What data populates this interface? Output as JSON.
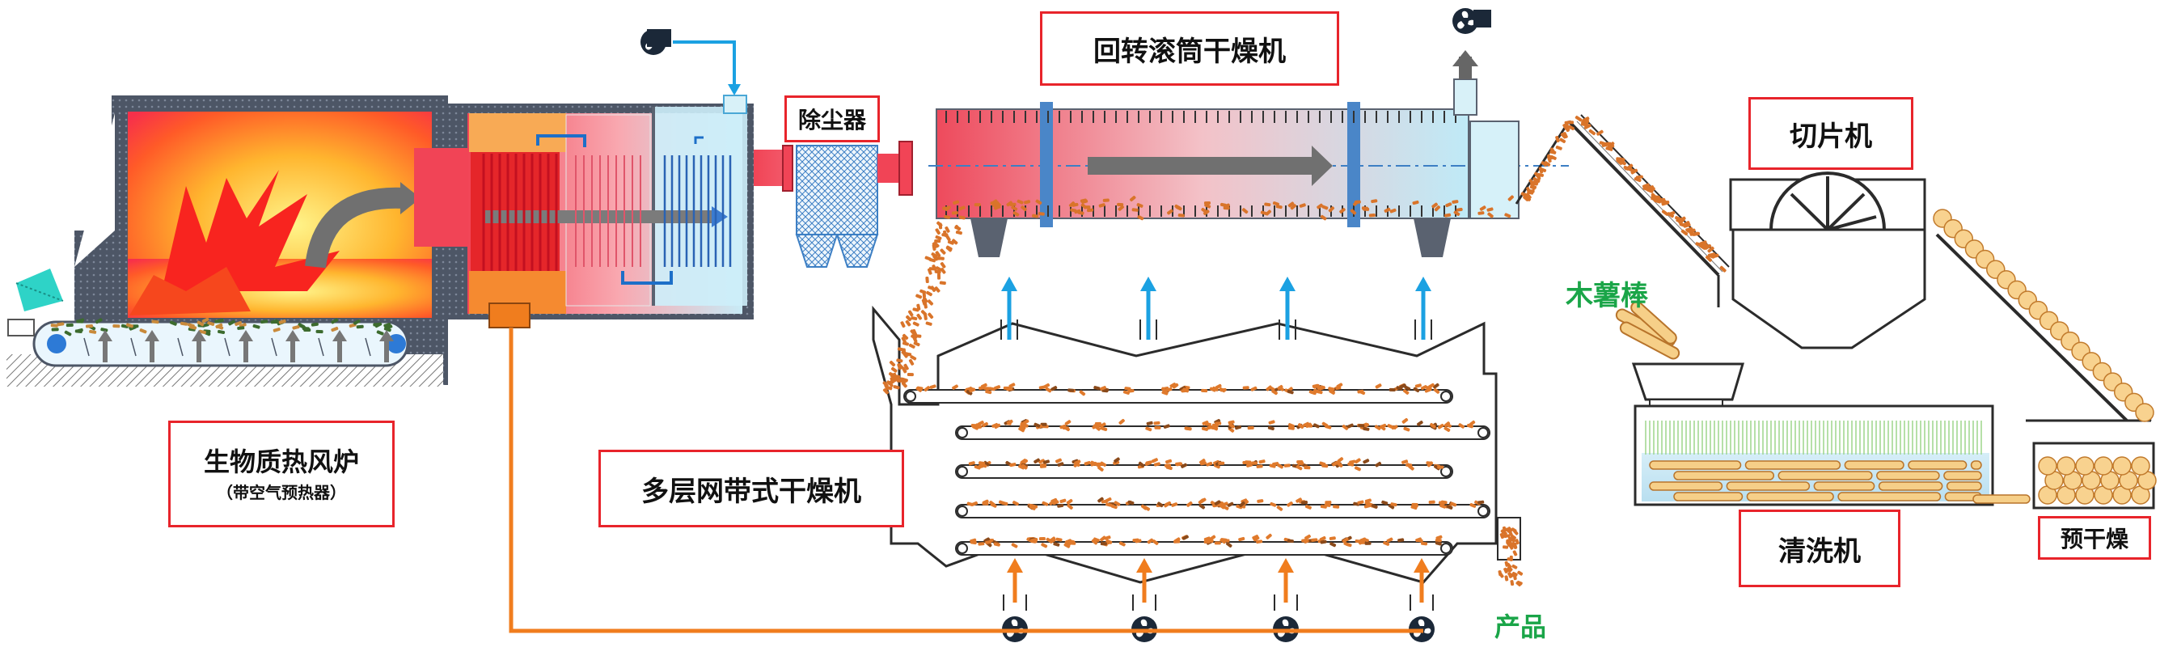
{
  "labels": {
    "furnace": "生物质热风炉",
    "furnace_sub": "（带空气预热器）",
    "dust_collector": "除尘器",
    "rotary_dryer": "回转滚筒干燥机",
    "belt_dryer": "多层网带式干燥机",
    "slicer": "切片机",
    "washer": "清洗机",
    "predry": "预干燥",
    "cassava": "木薯棒",
    "product": "产品"
  },
  "colors": {
    "label_border": "#e8242b",
    "green_text": "#1aa548",
    "hot_air_pipe": "#f07d1e",
    "cold_air_pipe": "#1ba1e2",
    "steel": "#5a6270",
    "flange_blue": "#4a86c8",
    "chip": "#d9742a",
    "conveyor_frame": "#222222"
  },
  "icons": [
    "fan-icon",
    "exhaust-fan-icon",
    "air-arrow-icon",
    "flame-icon"
  ]
}
